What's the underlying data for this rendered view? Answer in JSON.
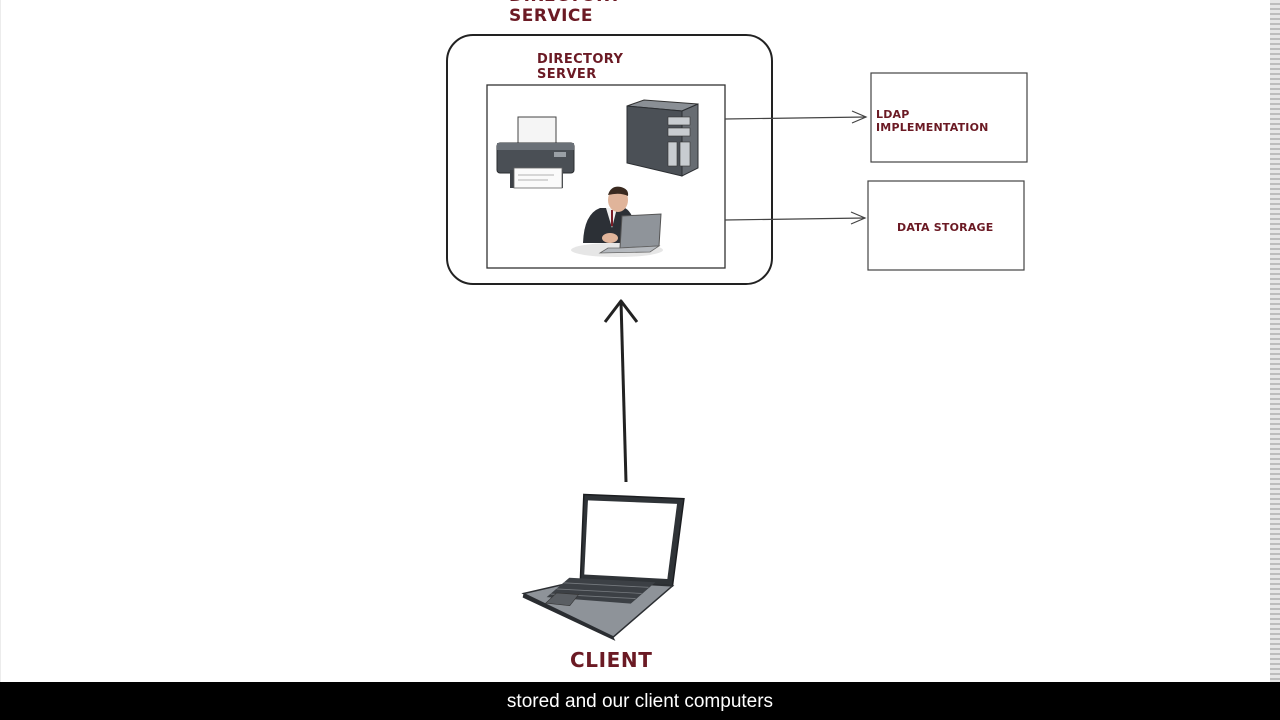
{
  "diagram": {
    "title": "DIRECTORY SERVICE",
    "server_label": "DIRECTORY SERVER",
    "ldap_label": "LDAP IMPLEMENTATION",
    "data_label": "DATA STORAGE",
    "client_label": "CLIENT"
  },
  "caption": {
    "text": "stored and our client computers"
  },
  "colors": {
    "label": "#6b1a24",
    "line": "#222222",
    "caption_bg": "#000000",
    "caption_text": "#ffffff"
  },
  "icons": [
    "printer-icon",
    "server-tower-icon",
    "person-laptop-icon",
    "laptop-icon"
  ]
}
